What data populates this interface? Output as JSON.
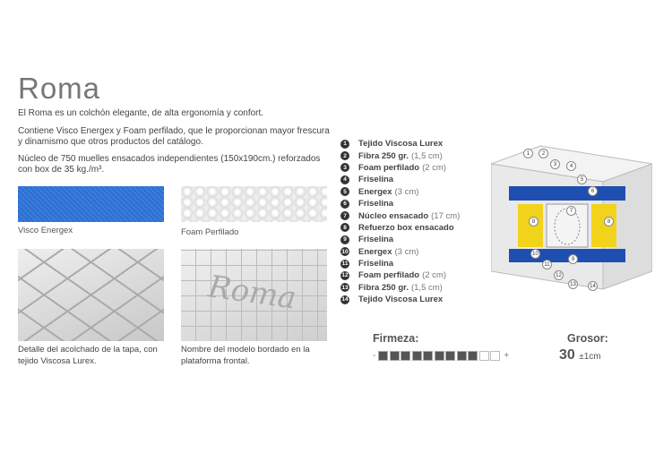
{
  "title": "Roma",
  "intro": "El Roma es un colchón elegante, de alta ergonomía y confort.",
  "para2": "Contiene Visco Energex y Foam perfilado, que le proporcionan mayor frescura y dinamismo que otros productos del catálogo.",
  "para3": "Núcleo de 750 muelles ensacados independientes (150x190cm.) reforzados con box de 35 kg./m³.",
  "swatches": [
    {
      "label": "Visco Energex"
    },
    {
      "label": "Foam Perfilado"
    }
  ],
  "photos": [
    {
      "caption": "Detalle del acolchado de la tapa, con tejido Viscosa Lurex."
    },
    {
      "caption": "Nombre del modelo bordado en la plataforma frontal."
    }
  ],
  "layers": [
    {
      "n": "1",
      "name": "Tejido Viscosa Lurex",
      "detail": ""
    },
    {
      "n": "2",
      "name": "Fibra 250 gr.",
      "detail": "(1,5 cm)"
    },
    {
      "n": "3",
      "name": "Foam perfilado",
      "detail": "(2 cm)"
    },
    {
      "n": "4",
      "name": "Friselina",
      "detail": ""
    },
    {
      "n": "5",
      "name": "Energex",
      "detail": "(3 cm)"
    },
    {
      "n": "6",
      "name": "Friselina",
      "detail": ""
    },
    {
      "n": "7",
      "name": "Núcleo ensacado",
      "detail": "(17 cm)"
    },
    {
      "n": "8",
      "name": "Refuerzo box ensacado",
      "detail": ""
    },
    {
      "n": "9",
      "name": "Friselina",
      "detail": ""
    },
    {
      "n": "10",
      "name": "Energex",
      "detail": "(3 cm)"
    },
    {
      "n": "11",
      "name": "Friselina",
      "detail": ""
    },
    {
      "n": "12",
      "name": "Foam perfilado",
      "detail": "(2 cm)"
    },
    {
      "n": "13",
      "name": "Fibra 250 gr.",
      "detail": "(1,5 cm)"
    },
    {
      "n": "14",
      "name": "Tejido Viscosa Lurex",
      "detail": ""
    }
  ],
  "firmeza": {
    "label": "Firmeza:",
    "min": "-",
    "max": "+",
    "value": 9,
    "total": 11
  },
  "grosor": {
    "label": "Grosor:",
    "value": "30",
    "tolerance": "±1cm"
  },
  "colors": {
    "energex": "#1e4fb0",
    "box": "#f2d31b"
  }
}
